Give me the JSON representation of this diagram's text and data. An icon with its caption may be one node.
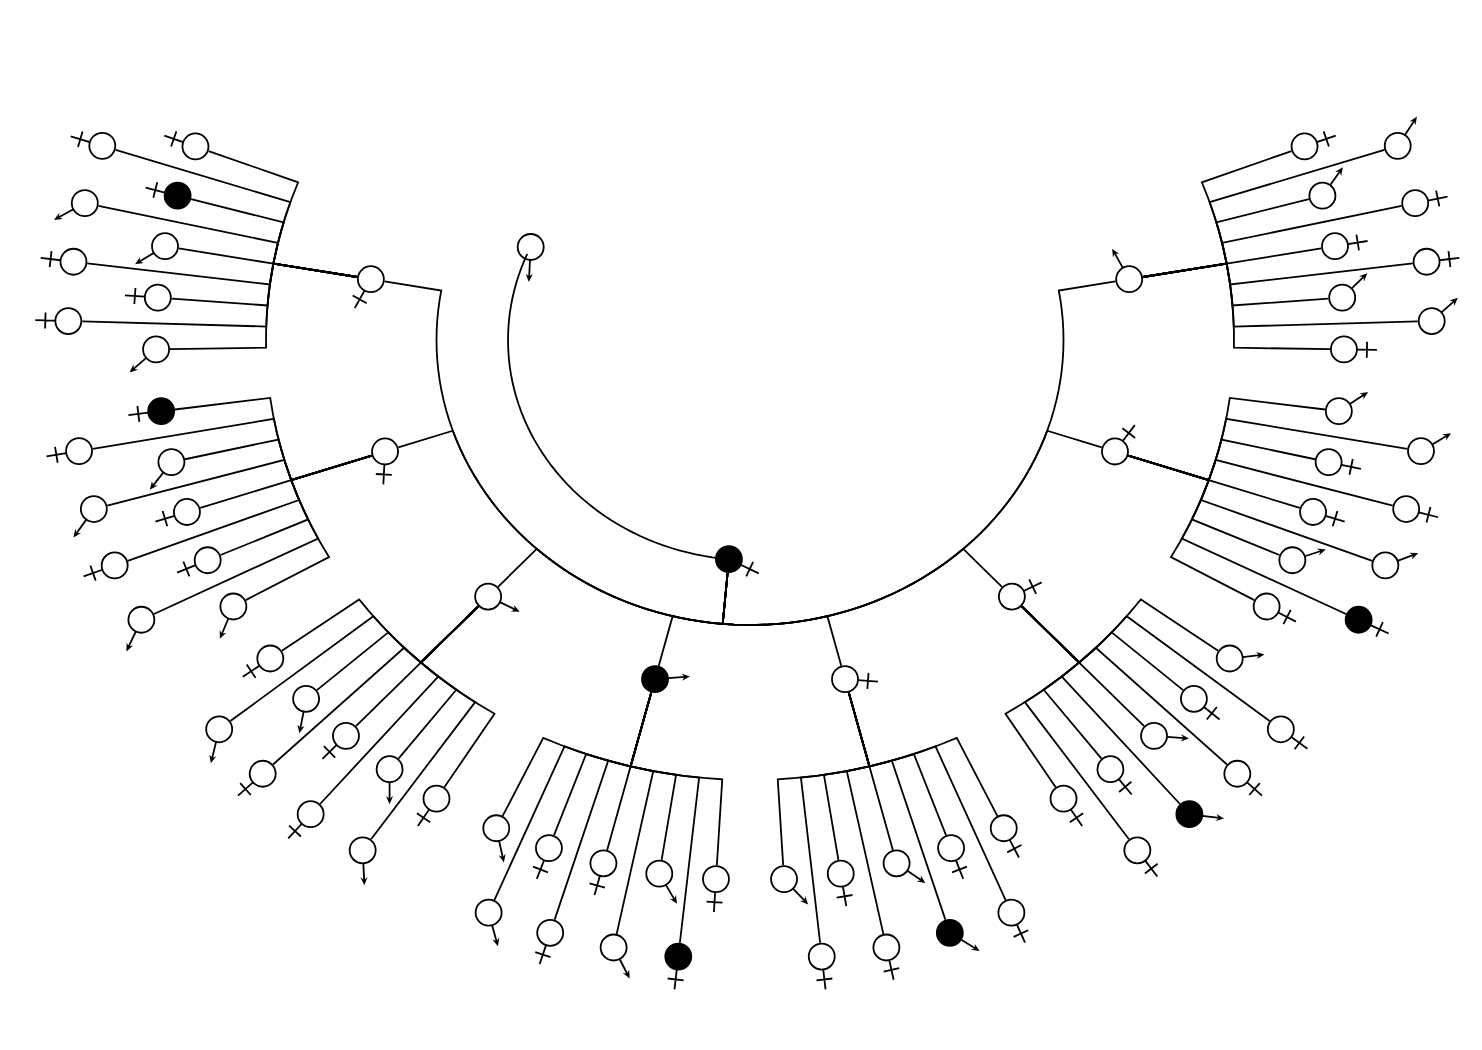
{
  "diagram": {
    "nodes": [
      {
        "text": [],
        "shape": "circle"
      },
      {
        "text": [],
        "shape": "circle"
      },
      {
        "text": [],
        "shape": "circle"
      },
      {
        "text": [],
        "shape": "circle"
      },
      {
        "text": [],
        "shape": "circle"
      },
      {
        "text": [],
        "shape": "circle"
      },
      {
        "text": [],
        "shape": "circle"
      },
      {
        "text": [],
        "shape": "circle"
      },
      {
        "text": [],
        "shape": "circle"
      },
      {
        "text": [],
        "shape": "circle"
      },
      {
        "text": [],
        "shape": "circle"
      },
      {
        "text": [],
        "shape": "circle"
      },
      {
        "text": [],
        "shape": "circle"
      },
      {
        "text": [],
        "shape": "circle"
      },
      {
        "text": [],
        "shape": "circle"
      },
      {
        "text": [],
        "shape": "circle"
      },
      {
        "text": [],
        "shape": "circle"
      },
      {
        "text": [],
        "shape": "circle"
      },
      {
        "text": [],
        "shape": "circle"
      },
      {
        "text": [],
        "shape": "circle"
      },
      {
        "text": [],
        "shape": "circle"
      },
      {
        "text": [],
        "shape": "circle"
      },
      {
        "text": [],
        "shape": "circle"
      },
      {
        "text": [],
        "shape": "circle"
      },
      {
        "text": [],
        "shape": "circle"
      },
      {
        "text": [],
        "shape": "circle"
      },
      {
        "text": [],
        "shape": "circle"
      },
      {
        "text": [],
        "shape": "circle"
      },
      {
        "text": [],
        "shape": "circle"
      },
      {
        "text": [],
        "shape": "circle"
      },
      {
        "text": [],
        "shape": "circle"
      },
      {
        "text": [],
        "shape": "circle"
      },
      {
        "text": [],
        "shape": "circle"
      },
      {
        "text": [],
        "shape": "circle"
      },
      {
        "text": [],
        "shape": "circle"
      },
      {
        "text": [],
        "shape": "circle"
      },
      {
        "text": [],
        "shape": "circle"
      },
      {
        "text": [],
        "shape": "circle"
      },
      {
        "text": [],
        "shape": "circle"
      },
      {
        "text": [],
        "shape": "circle"
      },
      {
        "text": [],
        "shape": "circle"
      },
      {
        "text": [],
        "shape": "circle"
      },
      {
        "text": [],
        "shape": "circle"
      },
      {
        "text": [],
        "shape": "circle"
      },
      {
        "text": [],
        "shape": "circle"
      },
      {
        "text": [],
        "shape": "circle"
      },
      {
        "text": [],
        "shape": "circle"
      },
      {
        "text": [],
        "shape": "circle"
      },
      {
        "text": [],
        "shape": "circle"
      },
      {
        "text": [],
        "shape": "circle"
      },
      {
        "text": [],
        "shape": "circle"
      },
      {
        "text": [],
        "shape": "circle"
      },
      {
        "text": [],
        "shape": "circle"
      },
      {
        "text": [],
        "shape": "circle"
      },
      {
        "text": [],
        "shape": "circle"
      },
      {
        "text": [],
        "shape": "circle"
      },
      {
        "text": [],
        "shape": "circle"
      },
      {
        "text": [],
        "shape": "circle"
      },
      {
        "text": [],
        "shape": "circle"
      },
      {
        "text": [],
        "shape": "circle"
      },
      {
        "text": [],
        "shape": "circle"
      },
      {
        "text": [],
        "shape": "circle"
      },
      {
        "text": [],
        "shape": "circle"
      },
      {
        "text": [],
        "shape": "circle"
      },
      {
        "text": [],
        "shape": "circle"
      },
      {
        "text": [],
        "shape": "circle"
      },
      {
        "text": [],
        "shape": "circle"
      },
      {
        "text": [],
        "shape": "circle"
      },
      {
        "text": [],
        "shape": "circle"
      },
      {
        "text": [],
        "shape": "circle"
      },
      {
        "text": [],
        "shape": "circle"
      },
      {
        "text": [],
        "shape": "circle"
      },
      {
        "text": [],
        "shape": "circle"
      },
      {
        "text": [],
        "shape": "circle"
      },
      {
        "text": [],
        "shape": "circle"
      },
      {
        "text": [],
        "shape": "circle"
      },
      {
        "text": [],
        "shape": "circle"
      },
      {
        "text": [],
        "shape": "circle"
      },
      {
        "text": [],
        "shape": "circle"
      },
      {
        "text": [],
        "shape": "circle"
      },
      {
        "text": [],
        "shape": "circle"
      },
      {
        "text": [],
        "shape": "circle"
      }
    ],
    "edges": [
      {
        "from": 0,
        "to": 1,
        "arrow": "none"
      },
      {
        "from": 1,
        "to": 2,
        "arrow": "none"
      },
      {
        "from": 1,
        "to": 3,
        "arrow": "none"
      },
      {
        "from": 1,
        "to": 4,
        "arrow": "none"
      },
      {
        "from": 1,
        "to": 5,
        "arrow": "none"
      },
      {
        "from": 1,
        "to": 6,
        "arrow": "none"
      },
      {
        "from": 1,
        "to": 7,
        "arrow": "none"
      },
      {
        "from": 1,
        "to": 8,
        "arrow": "none"
      },
      {
        "from": 1,
        "to": 9,
        "arrow": "none"
      },
      {
        "from": 2,
        "to": 10,
        "arrow": "none"
      },
      {
        "from": 2,
        "to": 11,
        "arrow": "none"
      },
      {
        "from": 2,
        "to": 12,
        "arrow": "none"
      },
      {
        "from": 2,
        "to": 13,
        "arrow": "none"
      },
      {
        "from": 2,
        "to": 14,
        "arrow": "none"
      },
      {
        "from": 2,
        "to": 15,
        "arrow": "none"
      },
      {
        "from": 2,
        "to": 16,
        "arrow": "none"
      },
      {
        "from": 2,
        "to": 17,
        "arrow": "none"
      },
      {
        "from": 2,
        "to": 18,
        "arrow": "none"
      },
      {
        "from": 3,
        "to": 19,
        "arrow": "none"
      },
      {
        "from": 3,
        "to": 20,
        "arrow": "none"
      },
      {
        "from": 3,
        "to": 21,
        "arrow": "none"
      },
      {
        "from": 3,
        "to": 22,
        "arrow": "none"
      },
      {
        "from": 3,
        "to": 23,
        "arrow": "none"
      },
      {
        "from": 3,
        "to": 24,
        "arrow": "none"
      },
      {
        "from": 3,
        "to": 25,
        "arrow": "none"
      },
      {
        "from": 3,
        "to": 26,
        "arrow": "none"
      },
      {
        "from": 3,
        "to": 27,
        "arrow": "none"
      },
      {
        "from": 4,
        "to": 28,
        "arrow": "none"
      },
      {
        "from": 4,
        "to": 29,
        "arrow": "none"
      },
      {
        "from": 4,
        "to": 30,
        "arrow": "none"
      },
      {
        "from": 4,
        "to": 31,
        "arrow": "none"
      },
      {
        "from": 4,
        "to": 32,
        "arrow": "none"
      },
      {
        "from": 4,
        "to": 33,
        "arrow": "none"
      },
      {
        "from": 4,
        "to": 34,
        "arrow": "none"
      },
      {
        "from": 4,
        "to": 35,
        "arrow": "none"
      },
      {
        "from": 4,
        "to": 36,
        "arrow": "none"
      },
      {
        "from": 5,
        "to": 37,
        "arrow": "none"
      },
      {
        "from": 5,
        "to": 38,
        "arrow": "none"
      },
      {
        "from": 5,
        "to": 39,
        "arrow": "none"
      },
      {
        "from": 5,
        "to": 40,
        "arrow": "none"
      },
      {
        "from": 5,
        "to": 41,
        "arrow": "none"
      },
      {
        "from": 5,
        "to": 42,
        "arrow": "none"
      },
      {
        "from": 5,
        "to": 43,
        "arrow": "none"
      },
      {
        "from": 5,
        "to": 44,
        "arrow": "none"
      },
      {
        "from": 5,
        "to": 45,
        "arrow": "none"
      },
      {
        "from": 6,
        "to": 46,
        "arrow": "none"
      },
      {
        "from": 6,
        "to": 47,
        "arrow": "none"
      },
      {
        "from": 6,
        "to": 48,
        "arrow": "none"
      },
      {
        "from": 6,
        "to": 49,
        "arrow": "none"
      },
      {
        "from": 6,
        "to": 50,
        "arrow": "none"
      },
      {
        "from": 6,
        "to": 51,
        "arrow": "none"
      },
      {
        "from": 6,
        "to": 52,
        "arrow": "none"
      },
      {
        "from": 6,
        "to": 53,
        "arrow": "none"
      },
      {
        "from": 6,
        "to": 54,
        "arrow": "none"
      },
      {
        "from": 7,
        "to": 55,
        "arrow": "none"
      },
      {
        "from": 7,
        "to": 56,
        "arrow": "none"
      },
      {
        "from": 7,
        "to": 57,
        "arrow": "none"
      },
      {
        "from": 7,
        "to": 58,
        "arrow": "none"
      },
      {
        "from": 7,
        "to": 59,
        "arrow": "none"
      },
      {
        "from": 7,
        "to": 60,
        "arrow": "none"
      },
      {
        "from": 7,
        "to": 61,
        "arrow": "none"
      },
      {
        "from": 7,
        "to": 62,
        "arrow": "none"
      },
      {
        "from": 7,
        "to": 63,
        "arrow": "none"
      },
      {
        "from": 8,
        "to": 64,
        "arrow": "none"
      },
      {
        "from": 8,
        "to": 65,
        "arrow": "none"
      },
      {
        "from": 8,
        "to": 66,
        "arrow": "none"
      },
      {
        "from": 8,
        "to": 67,
        "arrow": "none"
      },
      {
        "from": 8,
        "to": 68,
        "arrow": "none"
      },
      {
        "from": 8,
        "to": 69,
        "arrow": "none"
      },
      {
        "from": 8,
        "to": 70,
        "arrow": "none"
      },
      {
        "from": 8,
        "to": 71,
        "arrow": "none"
      },
      {
        "from": 8,
        "to": 72,
        "arrow": "none"
      },
      {
        "from": 9,
        "to": 73,
        "arrow": "none"
      },
      {
        "from": 9,
        "to": 74,
        "arrow": "none"
      },
      {
        "from": 9,
        "to": 75,
        "arrow": "none"
      },
      {
        "from": 9,
        "to": 76,
        "arrow": "none"
      },
      {
        "from": 9,
        "to": 77,
        "arrow": "none"
      },
      {
        "from": 9,
        "to": 78,
        "arrow": "none"
      },
      {
        "from": 9,
        "to": 79,
        "arrow": "none"
      },
      {
        "from": 9,
        "to": 80,
        "arrow": "none"
      },
      {
        "from": 9,
        "to": 81,
        "arrow": "none"
      }
    ]
  }
}
